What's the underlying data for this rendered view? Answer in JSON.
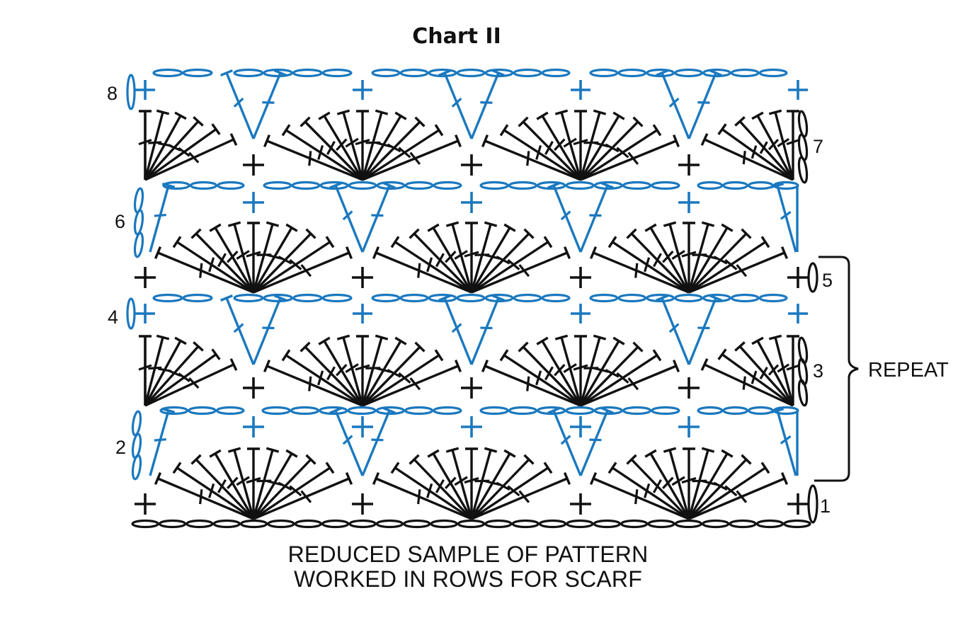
{
  "title": "Chart II",
  "caption": {
    "line1": "REDUCED SAMPLE OF PATTERN",
    "line2": "WORKED IN ROWS FOR SCARF"
  },
  "rows": [
    {
      "label": "1",
      "color": "black",
      "type": "sc"
    },
    {
      "label": "2",
      "color": "blue",
      "type": "ch"
    },
    {
      "label": "3",
      "color": "black",
      "type": "shell"
    },
    {
      "label": "4",
      "color": "blue",
      "type": "sc"
    },
    {
      "label": "5",
      "color": "black",
      "type": "sc"
    },
    {
      "label": "6",
      "color": "blue",
      "type": "ch"
    },
    {
      "label": "7",
      "color": "black",
      "type": "shell"
    },
    {
      "label": "8",
      "color": "blue",
      "type": "sc"
    }
  ],
  "repeat": {
    "label": "REPEAT",
    "from_row": "2",
    "to_row": "5"
  },
  "colors": {
    "black_stitches": "#111111",
    "blue_stitches": "#1a78bf",
    "background": "#ffffff"
  }
}
